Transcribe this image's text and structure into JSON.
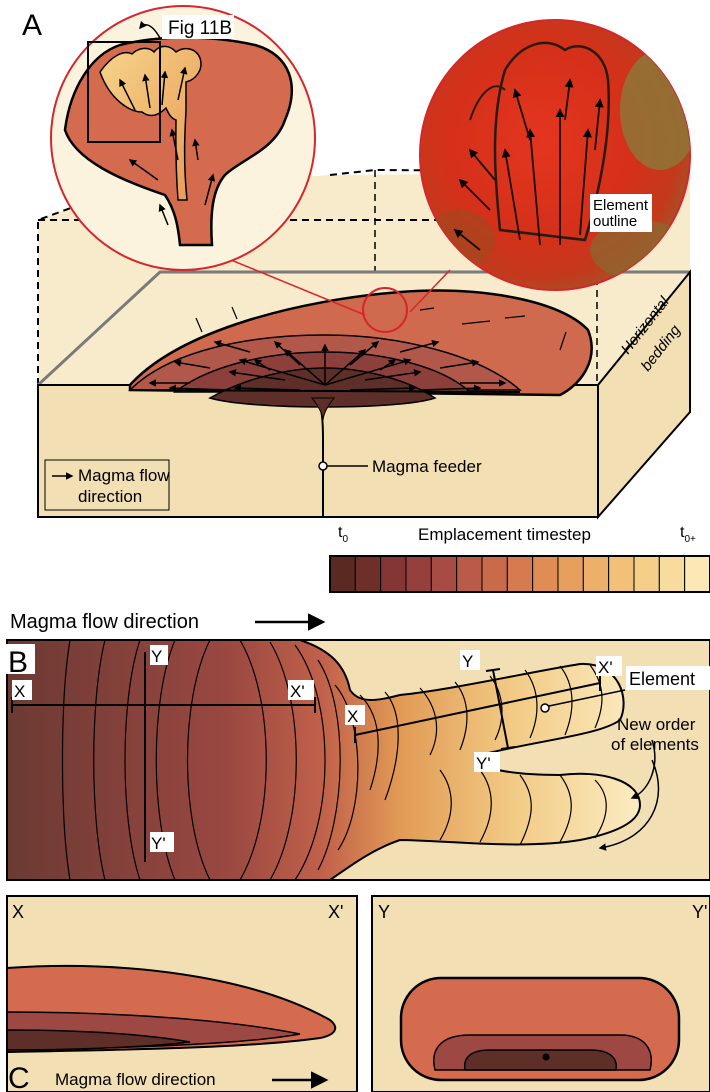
{
  "panel_a": {
    "letter": "A",
    "callout_label": "Fig 11B",
    "element_outline_label_line1": "Element",
    "element_outline_label_line2": "outline",
    "bedding_label_line1": "Horizontal",
    "bedding_label_line2": "bedding",
    "feeder_label": "Magma feeder",
    "legend_line1": "Magma flow",
    "legend_line2": "direction",
    "scale_title": "Emplacement timestep",
    "scale_start_main": "t",
    "scale_start_sub": "0",
    "scale_end_main": "t",
    "scale_end_sub": "0+",
    "scale_colors": [
      "#5a2a22",
      "#6e2f2a",
      "#833634",
      "#95403d",
      "#a84b44",
      "#ba5a49",
      "#c96a4b",
      "#d57b4f",
      "#df8d54",
      "#e79f5d",
      "#edb06a",
      "#f2c079",
      "#f5cf8a",
      "#f8dc9e",
      "#fbe8b5"
    ]
  },
  "header_b": {
    "text": "Magma flow direction"
  },
  "panel_b": {
    "letter": "B",
    "section_X": "X",
    "section_Xp": "X'",
    "section_Y": "Y",
    "section_Yp": "Y'",
    "element_label": "Element",
    "new_order_line1": "New order",
    "new_order_line2": "of elements"
  },
  "panel_c": {
    "letter": "C",
    "left_x": "X",
    "left_xp": "X'",
    "right_y": "Y",
    "right_yp": "Y'",
    "flow_text": "Magma flow direction"
  }
}
